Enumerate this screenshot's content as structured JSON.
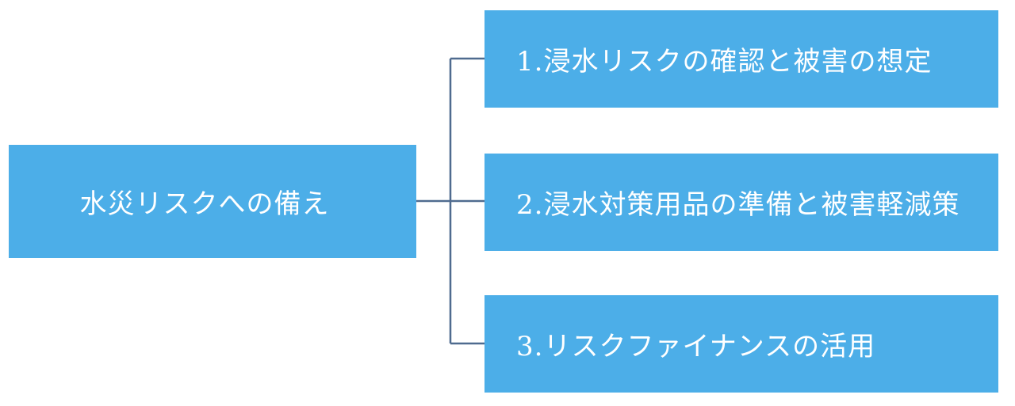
{
  "root": {
    "label": "水災リスクへの備え"
  },
  "children": [
    {
      "label": "1.浸水リスクの確認と被害の想定"
    },
    {
      "label": "2.浸水対策用品の準備と被害軽減策"
    },
    {
      "label": "3.リスクファイナンスの活用"
    }
  ],
  "colors": {
    "box": "#4caee8",
    "text": "#ffffff",
    "connector": "#4f6b8f"
  }
}
